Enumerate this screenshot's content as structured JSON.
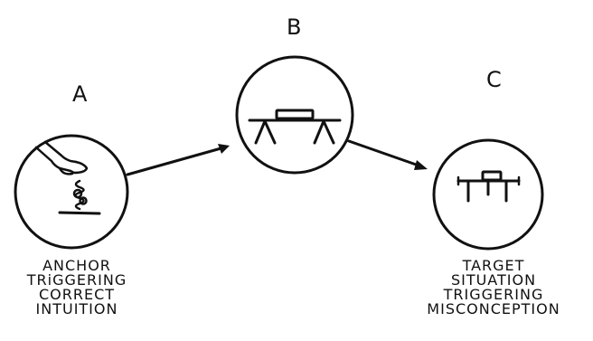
{
  "stages": {
    "a": {
      "letter": "A",
      "caption": [
        "ANCHOR",
        "TRiGGERING",
        "CORRECT",
        "INTUITION"
      ]
    },
    "b": {
      "letter": "B",
      "caption": []
    },
    "c": {
      "letter": "C",
      "caption": [
        "TARGET",
        "SITUATION",
        "TRIGGERING",
        "MISCONCEPTION"
      ]
    }
  },
  "icons": {
    "a": "hand-pressing-spring-icon",
    "b": "book-on-table-icon",
    "c": "block-on-table-icon"
  }
}
